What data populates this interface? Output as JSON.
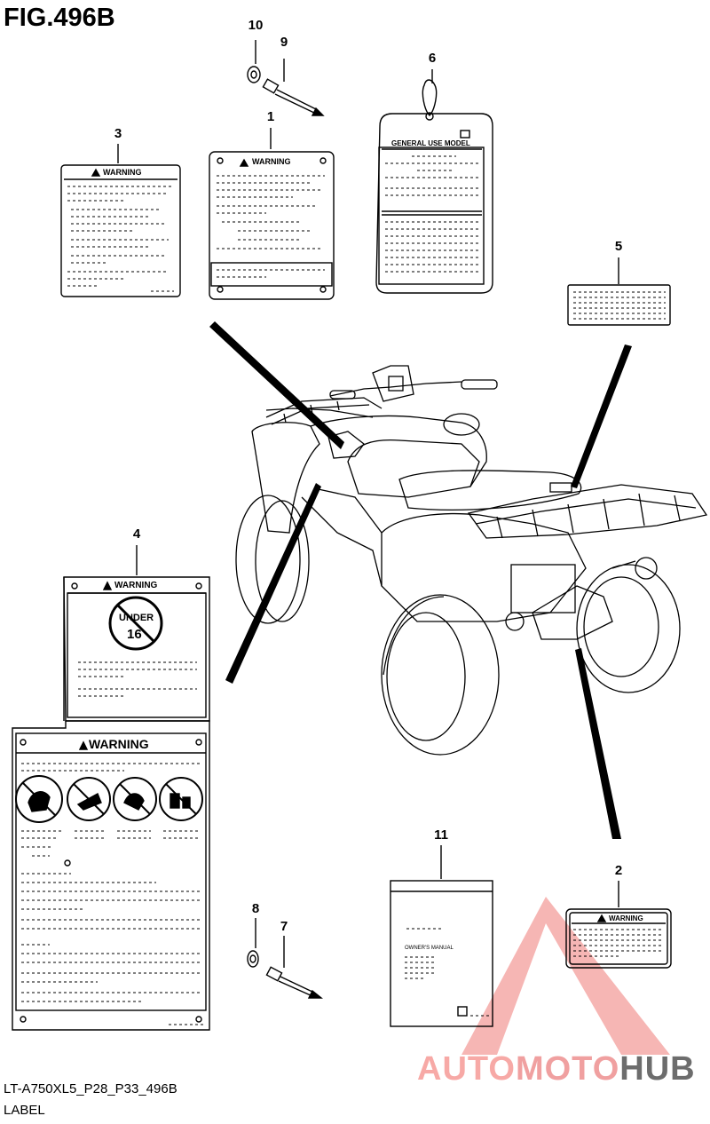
{
  "figure": {
    "title": "FIG.496B",
    "model_code": "LT-A750XL5_P28_P33_496B",
    "section_name": "LABEL"
  },
  "callouts": [
    "1",
    "2",
    "3",
    "4",
    "5",
    "6",
    "7",
    "8",
    "9",
    "10",
    "11"
  ],
  "labels": {
    "warning_text": "WARNING",
    "general_use_model": "GENERAL USE MODEL",
    "under16_top": "UNDER",
    "under16_num": "16",
    "owners_manual": "OWNER'S MANUAL"
  },
  "watermark": {
    "part1": "AUTO",
    "part2": "MOTO",
    "part3": "HUB"
  },
  "colors": {
    "ink": "#000000",
    "watermark_red": "#f28b87",
    "watermark_grey": "#6d6d6d"
  }
}
